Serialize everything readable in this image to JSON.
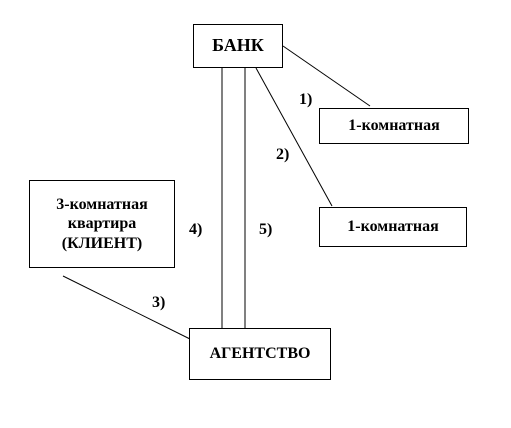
{
  "nodes": {
    "bank": "БАНК",
    "flat1a": "1-комнатная",
    "flat1b": "1-комнатная",
    "client": [
      "3-комнатная",
      "квартира",
      "(КЛИЕНТ)"
    ],
    "agency": "АГЕНТСТВО"
  },
  "edge_labels": {
    "bank_flat1a": "1)",
    "bank_flat1b": "2)",
    "client_agency": "3)",
    "agency_bank_left": "4)",
    "agency_bank_right": "5)"
  }
}
